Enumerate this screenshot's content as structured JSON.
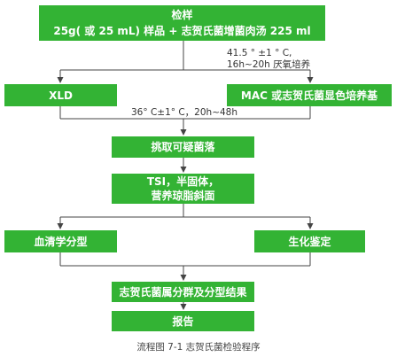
{
  "colors": {
    "box": "#33b334",
    "line": "#444444",
    "box_text": "#ffffff"
  },
  "boxes": {
    "sample": {
      "line1": "检样",
      "line2": "25g( 或 25 mL) 样品 + 志贺氏菌增菌肉汤 225 ml"
    },
    "xld": "XLD",
    "mac": "MAC 或志贺氏菌显色培养基",
    "pick": "挑取可疑菌落",
    "tsi": {
      "line1": "TSI，半固体，",
      "line2": "营养琼脂斜面"
    },
    "serology": "血清学分型",
    "biochem": "生化鉴定",
    "result": "志贺氏菌属分群及分型结果",
    "report": "报告"
  },
  "labels": {
    "enrich_line1": "41.5 ° ±1 ° C,",
    "enrich_line2": "16h~20h 厌氧培养",
    "incubate": "36° C±1° C，20h~48h"
  },
  "caption": "流程图 7-1 志贺氏菌检验程序"
}
